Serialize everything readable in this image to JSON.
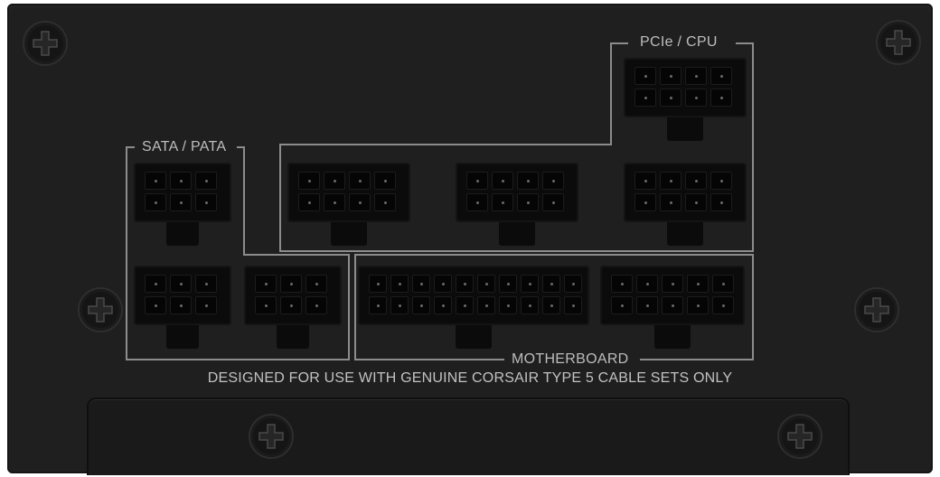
{
  "labels": {
    "pcie_cpu": "PCIe / CPU",
    "sata_pata": "SATA / PATA",
    "motherboard": "MOTHERBOARD",
    "warning": "DESIGNED FOR USE WITH GENUINE CORSAIR TYPE 5 CABLE SETS ONLY"
  },
  "connectors": {
    "pcie_cpu": {
      "count": 4,
      "pins": 8,
      "rows": 2,
      "cols": 4
    },
    "sata_pata": {
      "count": 3,
      "pins": 6,
      "rows": 2,
      "cols": 3
    },
    "motherboard_24pin": {
      "pins": 20,
      "rows": 2,
      "cols": 10
    },
    "motherboard_10pin": {
      "pins": 10,
      "rows": 2,
      "cols": 5
    }
  },
  "colors": {
    "panel": "#1f1f1f",
    "connector": "#0b0b0b",
    "outline": "#8c8c8c",
    "text": "#bdbdbd"
  },
  "icons": [
    "screw-icon"
  ]
}
